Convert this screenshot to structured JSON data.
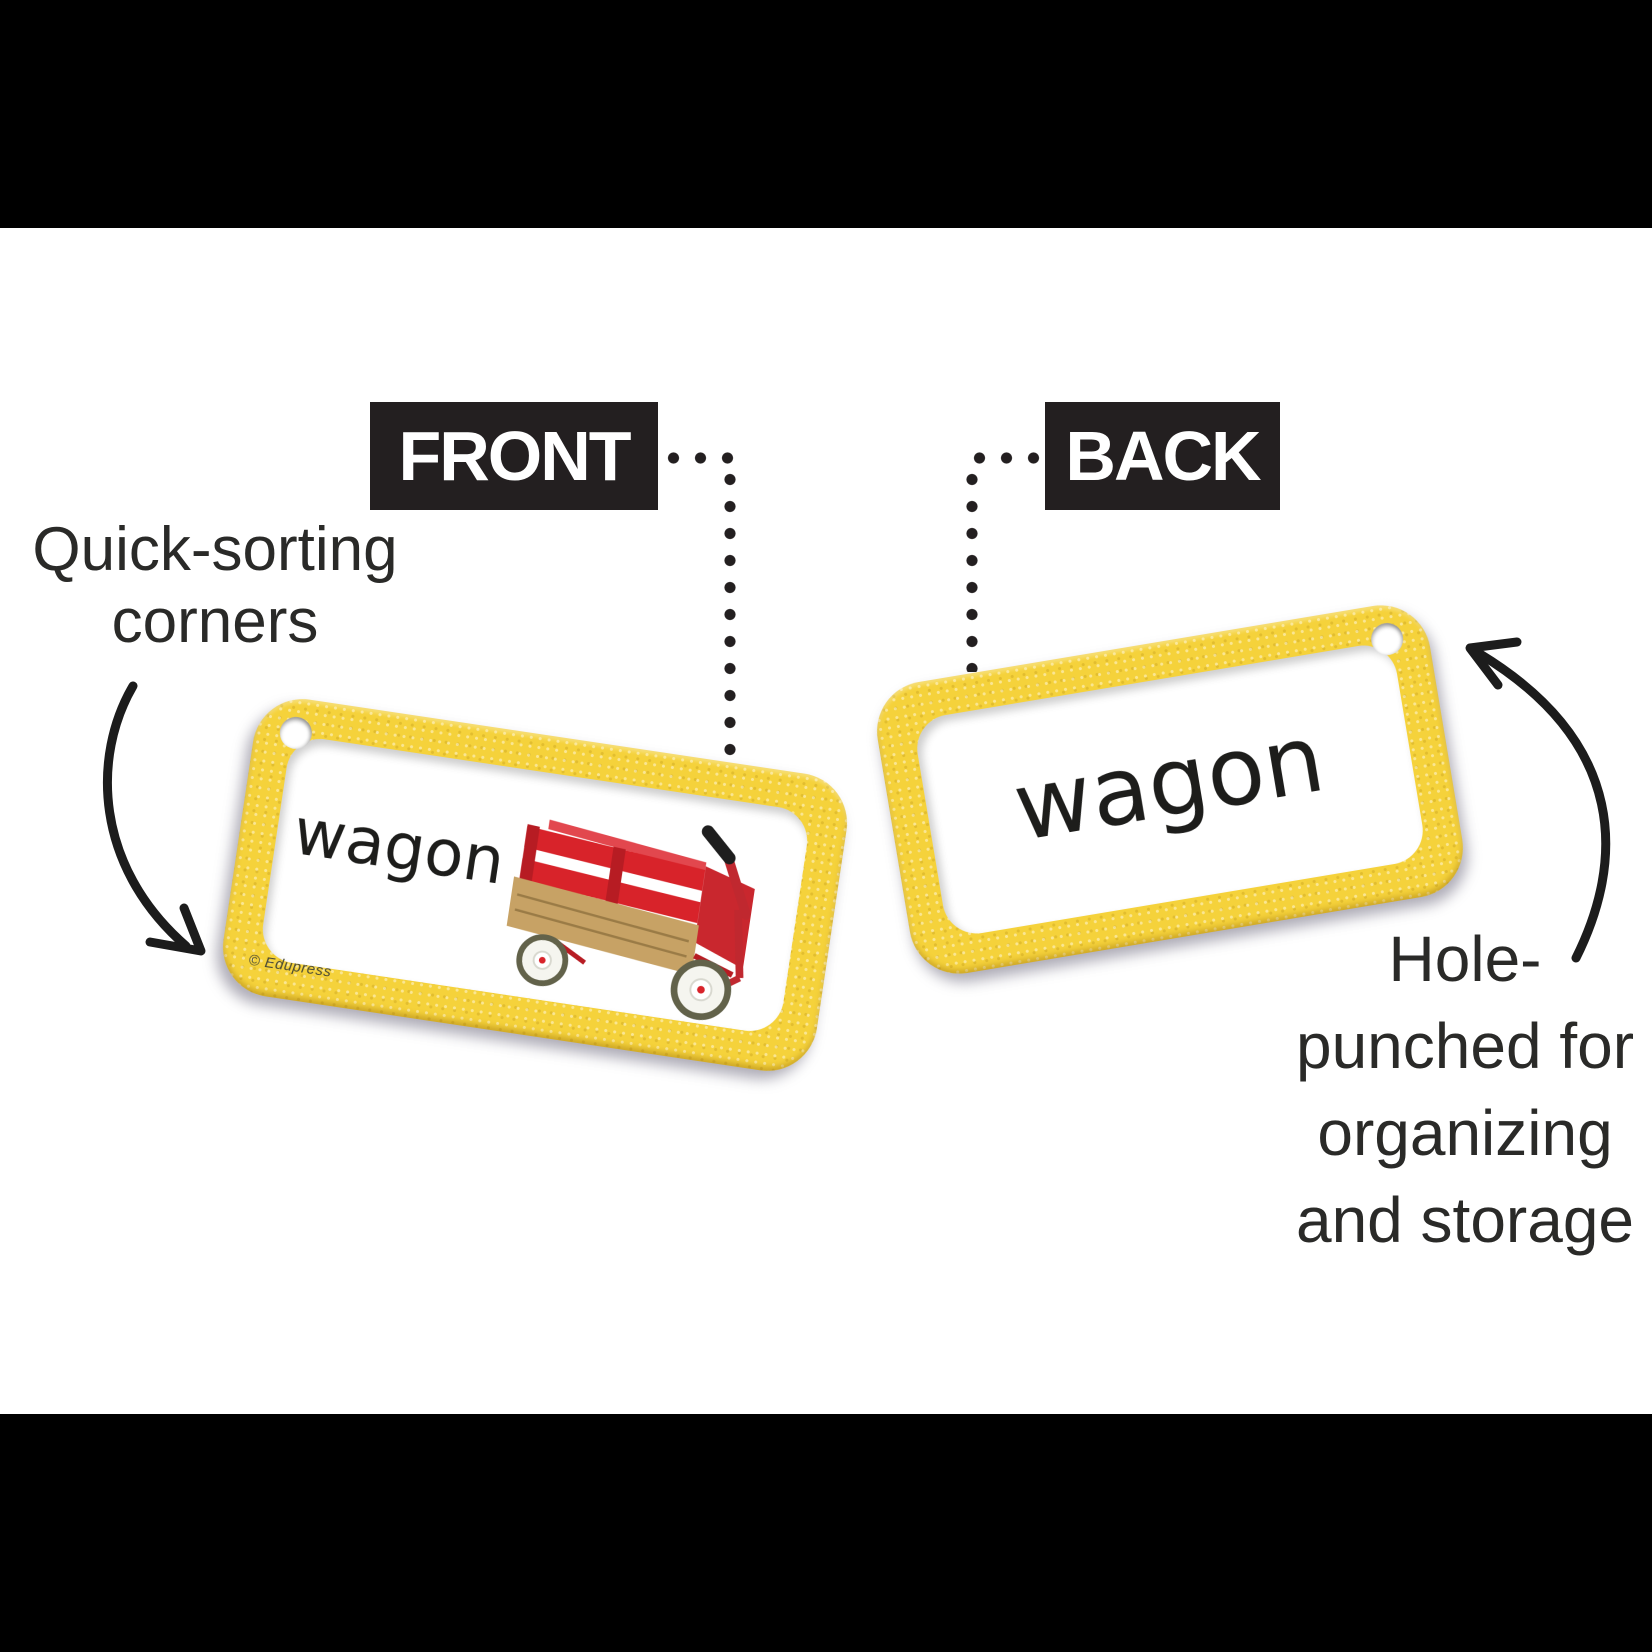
{
  "labels": {
    "front": "FRONT",
    "back": "BACK"
  },
  "annotations": {
    "left": "Quick-sorting\ncorners",
    "right": "Hole-\npunched for\norganizing\nand storage"
  },
  "cards": {
    "front_card": {
      "word": "wagon",
      "copyright": "© Edupress",
      "image": "red-toy-wagon-photo"
    },
    "back_card": {
      "word": "wagon"
    }
  },
  "colors": {
    "card_border_yellow": "#F5D23B",
    "label_bg": "#231F20",
    "label_text": "#FFFFFF",
    "annotation_text": "#2A2A28",
    "card_word_text": "#1D1D1B",
    "wagon_red": "#D8232A",
    "wagon_wood": "#C7A265",
    "letterbox": "#000000",
    "background": "#FFFFFF"
  }
}
